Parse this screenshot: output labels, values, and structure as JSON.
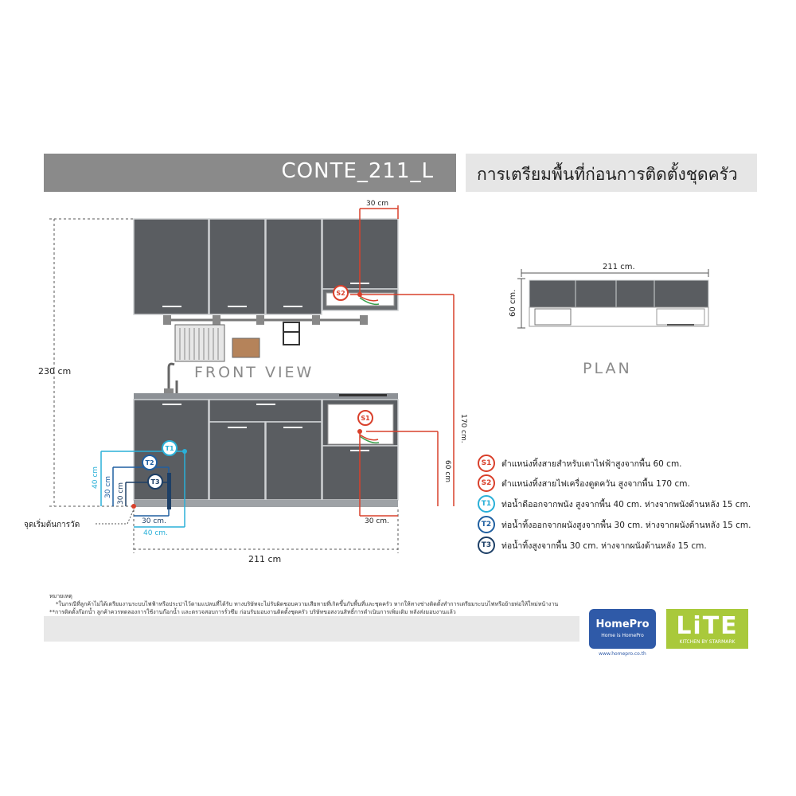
{
  "header": {
    "model": "CONTE_211_L",
    "title": "การเตรียมพื้นที่ก่อนการติดตั้งชุดครัว"
  },
  "front_view": {
    "label": "FRONT VIEW",
    "height_total": "230 cm",
    "width_total": "211 cm",
    "top_offset": "30 cm",
    "bottom_offset": "30 cm.",
    "s2_height": "170 cm.",
    "s1_height": "60 cm",
    "t1_height": "40 cm",
    "t2_height": "30 cm",
    "t3_height": "30 cm",
    "t_offset_30": "30 cm.",
    "t_offset_40": "40 cm.",
    "origin_label": "จุดเริ่มต้นการวัด"
  },
  "plan": {
    "label": "PLAN",
    "width": "211 cm.",
    "depth": "60 cm."
  },
  "markers": {
    "s1": "S1",
    "s2": "S2",
    "t1": "T1",
    "t2": "T2",
    "t3": "T3"
  },
  "legend": [
    {
      "code": "S1",
      "color": "#d9402b",
      "text": "ตำแหน่งทิ้งสายสำหรับเตาไฟฟ้าสูงจากพื้น 60 cm."
    },
    {
      "code": "S2",
      "color": "#d9402b",
      "text": "ตำแหน่งทิ้งสายไฟเครื่องดูดควัน สูงจากพื้น 170 cm."
    },
    {
      "code": "T1",
      "color": "#2ab0d8",
      "text": "ท่อน้ำดีออกจากพนัง สูงจากพื้น 40 cm. ห่างจากพนังด้านหลัง 15 cm."
    },
    {
      "code": "T2",
      "color": "#1f5fa0",
      "text": "ท่อน้ำทิ้งออกจากผนังสูงจากพื้น 30 cm. ห่างจากผนังด้านหลัง 15 cm."
    },
    {
      "code": "T3",
      "color": "#1d3f66",
      "text": "ท่อน้ำทิ้งสูงจากพื้น 30 cm. ห่างจากผนังด้านหลัง 15 cm."
    }
  ],
  "notes": {
    "title": "หมายเหตุ",
    "line1": "*ในกรณีที่ลูกค้าไม่ได้เตรียมงานระบบไฟฟ้าหรือประปาไว้ตามแปลนที่ได้รับ ทางบริษัทจะไม่รับผิดชอบความเสียหายที่เกิดขึ้นกับพื้นที่และชุดครัว หากให้ทางช่างติดตั้งทำการเตรียมระบบไฟหรือย้ายท่อให้ใหม่หน้างาน",
    "line2": "**การติดตั้งก๊อกน้ำ ลูกค้าควรทดลองการใช้งานก๊อกน้ำ และตรวจสอบการรั่วซึม ก่อนรับมอบงานติดตั้งชุดครัว บริษัทขอสงวนสิทธิ์การดำเนินการเพิ่มเติม หลังส่งมอบงานแล้ว"
  },
  "logos": {
    "homepro": "HomePro",
    "homepro_tag": "Home is HomePro",
    "homepro_url": "www.homepro.co.th",
    "lite": "LiTE",
    "lite_tag": "KITCHEN BY STARMARK"
  },
  "colors": {
    "header_dark": "#8a8a8a",
    "header_light": "#e6e6e6",
    "red": "#d9402b",
    "cyan": "#2ab0d8",
    "blue": "#1f5fa0",
    "navy": "#1d3f66",
    "cabinet": "#5a5d61"
  }
}
